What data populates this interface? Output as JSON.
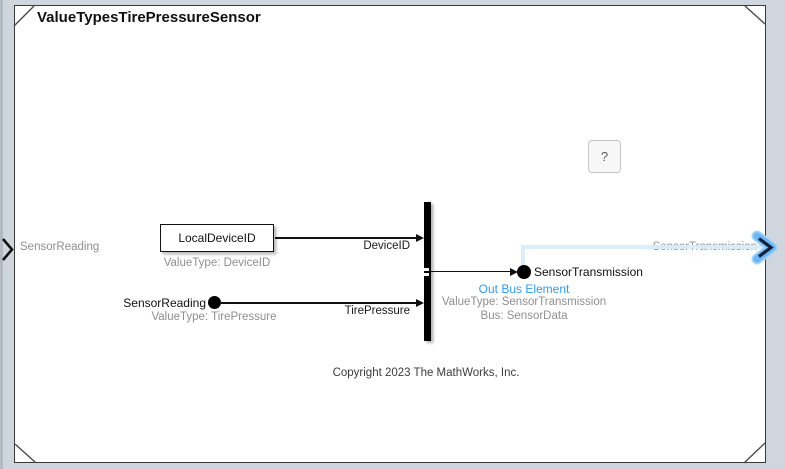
{
  "window": {
    "title": "ValueTypesTirePressureSensor",
    "help_button": "?"
  },
  "inport": {
    "label": "SensorReading"
  },
  "blocks": {
    "local_device": {
      "label": "LocalDeviceID",
      "annotation": "ValueType: DeviceID"
    },
    "in_bus_element": {
      "label": "SensorReading",
      "annotation": "ValueType: TirePressure"
    },
    "out_bus_element": {
      "label": "SensorTransmission",
      "type_label": "Out Bus Element",
      "annotation_valuetype": "ValueType: SensorTransmission",
      "annotation_bus": "Bus: SensorData"
    }
  },
  "signals": {
    "top_label": "DeviceID",
    "bottom_label": "TirePressure"
  },
  "outport": {
    "label": "SensorTransmission"
  },
  "footer": {
    "copyright": "Copyright 2023 The MathWorks, Inc."
  },
  "colors": {
    "accent_blue": "#2f9cf3",
    "highlight_line": "#d9ebfb",
    "chevron_blue": "#6db6f4",
    "canvas_bg": "#ffffff",
    "desktop_bg": "#cfd6de",
    "annotation_gray": "#8f8f8f"
  }
}
